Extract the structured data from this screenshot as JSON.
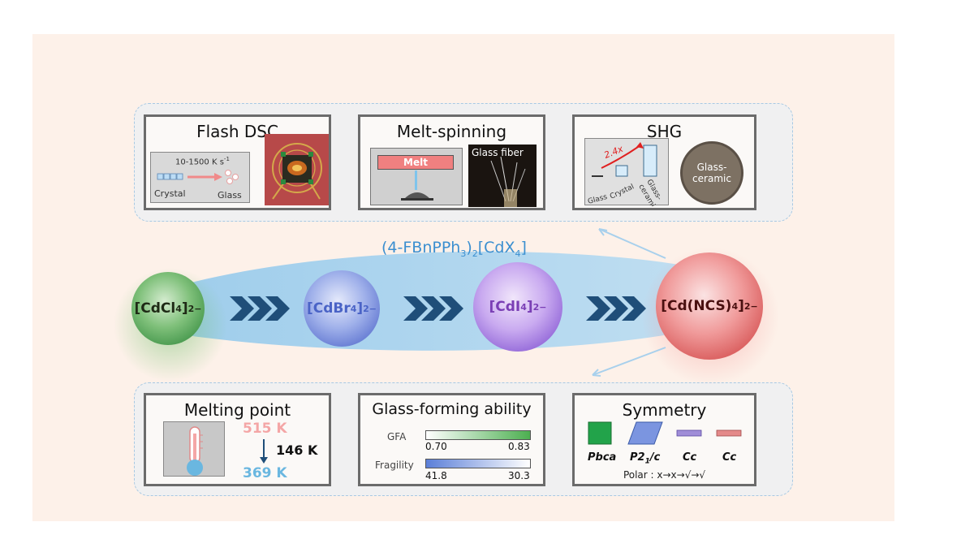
{
  "formula": {
    "prefix": "(4-FBnPPh",
    "s1": "3",
    "mid": ")",
    "s2": "2",
    "rest": "[CdX",
    "s3": "4",
    "end": "]"
  },
  "balls": [
    {
      "pre": "[CdCl",
      "sub": "4",
      "post": "]",
      "sup": "2−",
      "color": "#4f9e54"
    },
    {
      "pre": "[CdBr",
      "sub": "4",
      "post": "]",
      "sup": "2−",
      "color": "#4a63c6"
    },
    {
      "pre": "[CdI",
      "sub": "4",
      "post": "]",
      "sup": "2−",
      "color": "#7a3fb5"
    },
    {
      "pre": "[Cd(NCS)",
      "sub": "4",
      "post": "]",
      "sup": "2−",
      "color": "#6b1a1a"
    }
  ],
  "panels": {
    "flash_dsc": {
      "title": "Flash DSC",
      "rate": "10-1500 K s",
      "rate_sup": "-1",
      "left_label": "Crystal",
      "right_label": "Glass"
    },
    "melt_spinning": {
      "title": "Melt-spinning",
      "melt_label": "Melt",
      "fiber_label": "Glass fiber"
    },
    "shg": {
      "title": "SHG",
      "factor": "2.4x",
      "labels": [
        "Glass",
        "Crystal",
        "Glass-\nceramic"
      ],
      "photo_label_1": "Glass-",
      "photo_label_2": "ceramic"
    },
    "melting_point": {
      "title": "Melting point",
      "high": "515 K",
      "delta": "146 K",
      "low": "369 K"
    },
    "gfa": {
      "title": "Glass-forming ability",
      "gfa_label": "GFA",
      "gfa_min": "0.70",
      "gfa_max": "0.83",
      "frag_label": "Fragility",
      "frag_min": "41.8",
      "frag_max": "30.3"
    },
    "symmetry": {
      "title": "Symmetry",
      "groups": [
        "Pbca",
        "P2",
        "Cc",
        "Cc"
      ],
      "p21_sub": "1",
      "p21_rest": "/c",
      "polar": "Polar : x→x→√→√"
    }
  },
  "colors": {
    "accent_blue": "#3b8fd0",
    "chevron": "#1f4e79",
    "pink_temp": "#f4a6a6",
    "blue_temp": "#6ab7e0"
  }
}
